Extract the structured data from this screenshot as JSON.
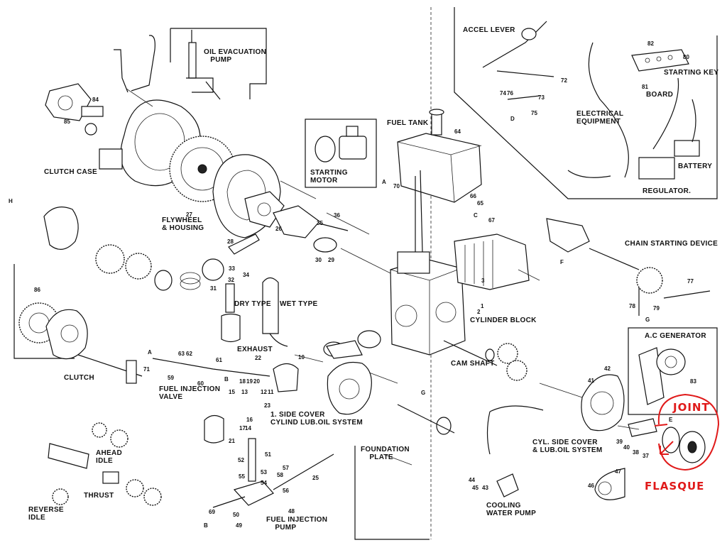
{
  "labels": {
    "oil_evacuation_pump": "OIL EVACUATION\n   PUMP",
    "accel_lever": "ACCEL LEVER",
    "starting_key": "STARTING KEY",
    "board": "BOARD",
    "electrical_equipment": "ELECTRICAL\nEQUIPMENT",
    "battery": "BATTERY",
    "regulator": "REGULATOR.",
    "fuel_tank": "FUEL TANK",
    "clutch_case": "CLUTCH CASE",
    "starting_motor": "STARTING\nMOTOR",
    "flywheel_housing": "FLYWHEEL\n& HOUSING",
    "chain_starting_device": "CHAIN STARTING DEVICE",
    "dry_type": "DRY TYPE",
    "wet_type": "WET TYPE",
    "cylinder_block": "CYLINDER BLOCK",
    "ac_generator": "A.C GENERATOR",
    "exhaust": "EXHAUST",
    "cam_shaft": "CAM SHAFT",
    "clutch": "CLUTCH",
    "fuel_injection_valve": "FUEL INJECTION\nVALVE",
    "side_cover_lub_oil": "1. SIDE COVER\nCYLIND LUB.OIL SYSTEM",
    "cyl_side_cover_lub_oil": "CYL. SIDE COVER\n& LUB.OIL SYSTEM",
    "foundation_plate": "FOUNDATION\n    PLATE",
    "ahead_idle": "AHEAD\nIDLE",
    "thrust": "THRUST",
    "reverse_idle": "REVERSE\nIDLE",
    "cooling_water_pump": "COOLING\nWATER PUMP",
    "fuel_injection_pump": "FUEL INJECTION\n    PUMP"
  },
  "annotations": {
    "joint": "JOINT",
    "flasque": "FLASQUE"
  },
  "part_numbers": {
    "n84": "84",
    "n85": "85",
    "n27": "27",
    "n26": "26",
    "n28": "28",
    "n35": "35",
    "n36": "36",
    "n29": "29",
    "n30": "30",
    "n33": "33",
    "n34": "34",
    "n31": "31",
    "n32": "32",
    "n64": "64",
    "n70": "70",
    "n65": "65",
    "n66": "66",
    "n67": "67",
    "n72": "72",
    "n73": "73",
    "n74": "74",
    "n75": "75",
    "n76": "76",
    "n80": "80",
    "n81": "81",
    "n82": "82",
    "n86": "86",
    "n1": "1",
    "n2": "2",
    "n3": "3",
    "n77": "77",
    "n78": "78",
    "n79": "79",
    "n83": "83",
    "n42": "42",
    "n41": "41",
    "n39": "39",
    "n40": "40",
    "n38": "38",
    "n37": "37",
    "n46": "46",
    "n47": "47",
    "n43": "43",
    "n44": "44",
    "n45": "45",
    "n48": "48",
    "n49": "49",
    "n50": "50",
    "n51": "51",
    "n52": "52",
    "n53": "53",
    "n54": "54",
    "n55": "55",
    "n56": "56",
    "n57": "57",
    "n58": "58",
    "n59": "59",
    "n60": "60",
    "n61": "61",
    "n62": "62",
    "n63": "63",
    "n71": "71",
    "n69": "69",
    "n21": "21",
    "n22": "22",
    "n10": "10",
    "n11": "11",
    "n12": "12",
    "n13": "13",
    "n14": "14",
    "n15": "15",
    "n16": "16",
    "n17": "17",
    "n18": "18",
    "n19": "19",
    "n20": "20",
    "n23": "23",
    "n25": "25"
  },
  "ref_letters": {
    "H1": "H",
    "A1": "A",
    "A2": "A",
    "B1": "B",
    "B2": "B",
    "C1": "C",
    "D1": "D",
    "E1": "E",
    "F1": "F",
    "G1": "G",
    "G2": "G"
  },
  "colors": {
    "ink": "#111111",
    "annotation": "#e01a1a",
    "paper": "#ffffff"
  }
}
